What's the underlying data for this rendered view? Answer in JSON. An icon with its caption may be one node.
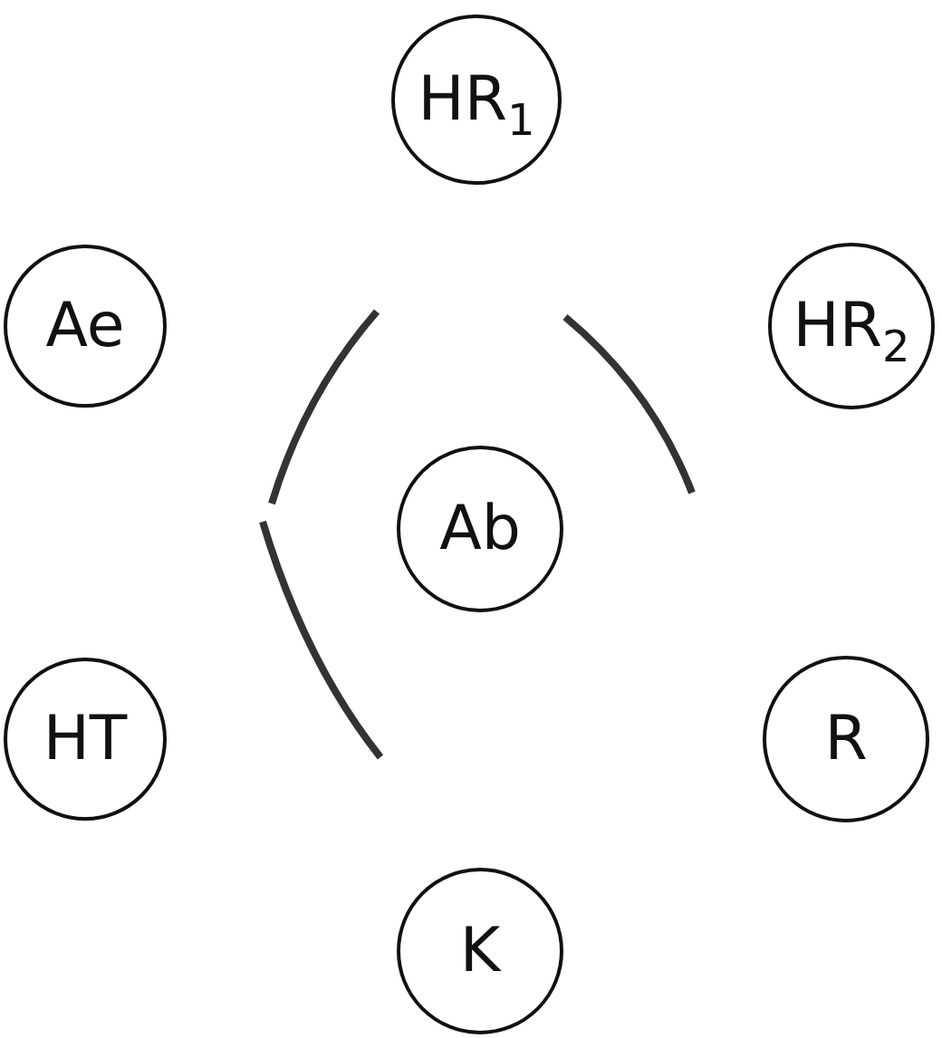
{
  "diagram": {
    "nodes": [
      {
        "text": [
          "HR$_{1}$"
        ]
      },
      {
        "text": [
          "Ae"
        ]
      },
      {
        "text": [
          "HR$_{2}$"
        ]
      },
      {
        "text": [
          "Ab"
        ]
      },
      {
        "text": [
          "HT"
        ]
      },
      {
        "text": [
          "R"
        ]
      },
      {
        "text": [
          "K"
        ]
      }
    ]
  }
}
